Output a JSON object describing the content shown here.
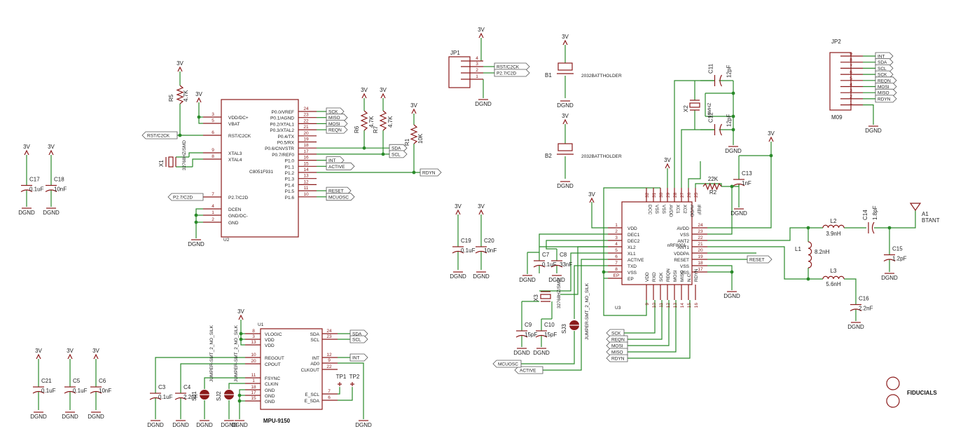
{
  "nets": {
    "v3": "3V",
    "gnd": "DGND"
  },
  "u2": {
    "name": "C8051F931",
    "ref": "U2",
    "left_pins": [
      {
        "n": "3",
        "label": "VDD/DC+"
      },
      {
        "n": "5",
        "label": "VBAT"
      },
      {
        "n": "6",
        "label": "RST/C2CK"
      },
      {
        "n": "9",
        "label": "XTAL3"
      },
      {
        "n": "8",
        "label": "XTAL4"
      },
      {
        "n": "7",
        "label": "P2.7/C2D"
      },
      {
        "n": "4",
        "label": "DCEN"
      },
      {
        "n": "1",
        "label": "GND/DC-"
      },
      {
        "n": "2",
        "label": "GND"
      }
    ],
    "right_pins": [
      {
        "n": "24",
        "label": "P0.0/VREF"
      },
      {
        "n": "23",
        "label": "P0.1/AGND"
      },
      {
        "n": "22",
        "label": "P0.2/XTAL1"
      },
      {
        "n": "21",
        "label": "P0.3/XTAL2"
      },
      {
        "n": "20",
        "label": "P0.4/TX"
      },
      {
        "n": "19",
        "label": "P0.5/RX"
      },
      {
        "n": "18",
        "label": "P0.6/CNVSTR"
      },
      {
        "n": "17",
        "label": "P0.7/REF0"
      },
      {
        "n": "16",
        "label": "P1.0"
      },
      {
        "n": "15",
        "label": "P1.1"
      },
      {
        "n": "14",
        "label": "P1.2"
      },
      {
        "n": "13",
        "label": "P1.3"
      },
      {
        "n": "12",
        "label": "P1.4"
      },
      {
        "n": "11",
        "label": "P1.5"
      },
      {
        "n": "10",
        "label": "P1.6"
      }
    ]
  },
  "u1": {
    "name": "MPU-9150",
    "ref": "U1",
    "left_pins": [
      {
        "n": "8",
        "label": "VLOGIC"
      },
      {
        "n": "3",
        "label": "VDD"
      },
      {
        "n": "13",
        "label": "VDD"
      },
      {
        "n": "10",
        "label": "REGOUT"
      },
      {
        "n": "20",
        "label": "CPOUT"
      },
      {
        "n": "11",
        "label": "FSYNC"
      },
      {
        "n": "1",
        "label": "CLKIN"
      },
      {
        "n": "18",
        "label": "GND"
      },
      {
        "n": "17",
        "label": "GND"
      },
      {
        "n": "15",
        "label": "GND"
      }
    ],
    "right_pins": [
      {
        "n": "24",
        "label": "SDA"
      },
      {
        "n": "23",
        "label": "SCL"
      },
      {
        "n": "12",
        "label": "INT"
      },
      {
        "n": "9",
        "label": "AD0"
      },
      {
        "n": "22",
        "label": "CLKOUT"
      },
      {
        "n": "7",
        "label": "E_SCL"
      },
      {
        "n": "6",
        "label": "E_SDA"
      }
    ]
  },
  "u3": {
    "name": "nRF8001",
    "ref": "U3",
    "left_pins": [
      {
        "n": "1",
        "label": "VDD"
      },
      {
        "n": "2",
        "label": "DEC1"
      },
      {
        "n": "3",
        "label": "DEC2"
      },
      {
        "n": "4",
        "label": "XL2"
      },
      {
        "n": "5",
        "label": "XL1"
      },
      {
        "n": "6",
        "label": "ACTIVE"
      },
      {
        "n": "7",
        "label": "TXD"
      },
      {
        "n": "8",
        "label": "VSS"
      },
      {
        "n": "EP",
        "label": "EP"
      }
    ],
    "right_pins": [
      {
        "n": "24",
        "label": "AVDD"
      },
      {
        "n": "23",
        "label": "VSS"
      },
      {
        "n": "22",
        "label": "ANT2"
      },
      {
        "n": "21",
        "label": "ANT1"
      },
      {
        "n": "20",
        "label": "VDDPA"
      },
      {
        "n": "19",
        "label": "RESET"
      },
      {
        "n": "18",
        "label": "VSS"
      },
      {
        "n": "17",
        "label": "VSS"
      }
    ],
    "top_pins": [
      {
        "n": "32",
        "label": "DCC"
      },
      {
        "n": "31",
        "label": "VSS"
      },
      {
        "n": "30",
        "label": "VSS"
      },
      {
        "n": "29",
        "label": "AVDD"
      },
      {
        "n": "28",
        "label": "XC1"
      },
      {
        "n": "27",
        "label": "XC2"
      },
      {
        "n": "26",
        "label": "AVDD"
      },
      {
        "n": "25",
        "label": "IREF"
      }
    ],
    "bottom_pins": [
      {
        "n": "9",
        "label": "VDD"
      },
      {
        "n": "10",
        "label": "RXD"
      },
      {
        "n": "11",
        "label": "SCK"
      },
      {
        "n": "12",
        "label": "REQN"
      },
      {
        "n": "13",
        "label": "MOSI"
      },
      {
        "n": "14",
        "label": "MISO"
      },
      {
        "n": "15",
        "label": "N.C."
      },
      {
        "n": "16",
        "label": "RDYN"
      }
    ]
  },
  "jp1": {
    "ref": "JP1",
    "pins": [
      "4",
      "3",
      "2",
      "1"
    ],
    "labels": [
      "RST/C2CK",
      "P2.7/C2D"
    ]
  },
  "jp2": {
    "ref": "JP2",
    "name": "M09",
    "pins": [
      "9",
      "8",
      "7",
      "6",
      "5",
      "4",
      "3",
      "2",
      "1"
    ],
    "labels": [
      "INT",
      "SDA",
      "SCL",
      "SCK",
      "REQN",
      "MOSI",
      "MISO",
      "RDYN"
    ]
  },
  "batteries": [
    {
      "ref": "B1",
      "name": "2032BATTHOLDER"
    },
    {
      "ref": "B2",
      "name": "2032BATTHOLDER"
    }
  ],
  "net_labels": {
    "rst_c2ck": "RST/C2CK",
    "p27_c2d": "P2.7/C2D",
    "sck": "SCK",
    "miso": "MISO",
    "mosi": "MOSI",
    "reqn": "REQN",
    "sda": "SDA",
    "scl": "SCL",
    "int": "INT",
    "active": "ACTIVE",
    "rdyn": "RDYN",
    "reset": "RESET",
    "mcuosc": "MCUOSC"
  },
  "resistors": {
    "r5": {
      "ref": "R5",
      "val": "4.7K"
    },
    "r6": {
      "ref": "R6",
      "val": "4.7K"
    },
    "r7": {
      "ref": "R7",
      "val": "4.7K"
    },
    "r1": {
      "ref": "R1",
      "val": "10K"
    },
    "r2": {
      "ref": "R2",
      "val": "22K"
    }
  },
  "capacitors": {
    "c17": {
      "ref": "C17",
      "val": "0.1uF"
    },
    "c18": {
      "ref": "C18",
      "val": "10nF"
    },
    "c21": {
      "ref": "C21",
      "val": "0.1uF"
    },
    "c5": {
      "ref": "C5",
      "val": "0.1uF"
    },
    "c6": {
      "ref": "C6",
      "val": "10nF"
    },
    "c3": {
      "ref": "C3",
      "val": "0.1uF"
    },
    "c4": {
      "ref": "C4",
      "val": "2.2nF"
    },
    "c19": {
      "ref": "C19",
      "val": "0.1uF"
    },
    "c20": {
      "ref": "C20",
      "val": "10nF"
    },
    "c7": {
      "ref": "C7",
      "val": "0.1uF"
    },
    "c8": {
      "ref": "C8",
      "val": "33nF"
    },
    "c9": {
      "ref": "C9",
      "val": "15pF"
    },
    "c10": {
      "ref": "C10",
      "val": "15pF"
    },
    "c11": {
      "ref": "C11",
      "val": "12pF"
    },
    "c12": {
      "ref": "C12",
      "val": "12pF"
    },
    "c13": {
      "ref": "C13",
      "val": "1nF"
    },
    "c14": {
      "ref": "C14",
      "val": "1.8pF"
    },
    "c15": {
      "ref": "C15",
      "val": "1.2pF"
    },
    "c16": {
      "ref": "C16",
      "val": "2.2nF"
    }
  },
  "inductors": {
    "l1": {
      "ref": "L1",
      "val": "8.2nH"
    },
    "l2": {
      "ref": "L2",
      "val": "3.9nH"
    },
    "l3": {
      "ref": "L3",
      "val": "5.6nH"
    }
  },
  "crystals": {
    "x1": {
      "ref": "X1",
      "val": "32768HZ/SMD"
    },
    "x2": {
      "ref": "X2",
      "val": "16MHZ"
    },
    "x3": {
      "ref": "X3",
      "val": "32768HZ/SMD"
    }
  },
  "jumpers": {
    "sj1": "SJ1",
    "sj2": "SJ2",
    "sj3": "SJ3",
    "sj_small": "JUMPER-SMT_2_NO_SILK"
  },
  "test_points": [
    "TP1",
    "TP2"
  ],
  "antenna": {
    "ref": "A1",
    "name": "BTANT"
  },
  "fiducials": "FIDUCIALS",
  "colors": {
    "wire": "#2a8a2a",
    "part": "#8b1a1a",
    "label_fill": "#7a7a7a"
  }
}
